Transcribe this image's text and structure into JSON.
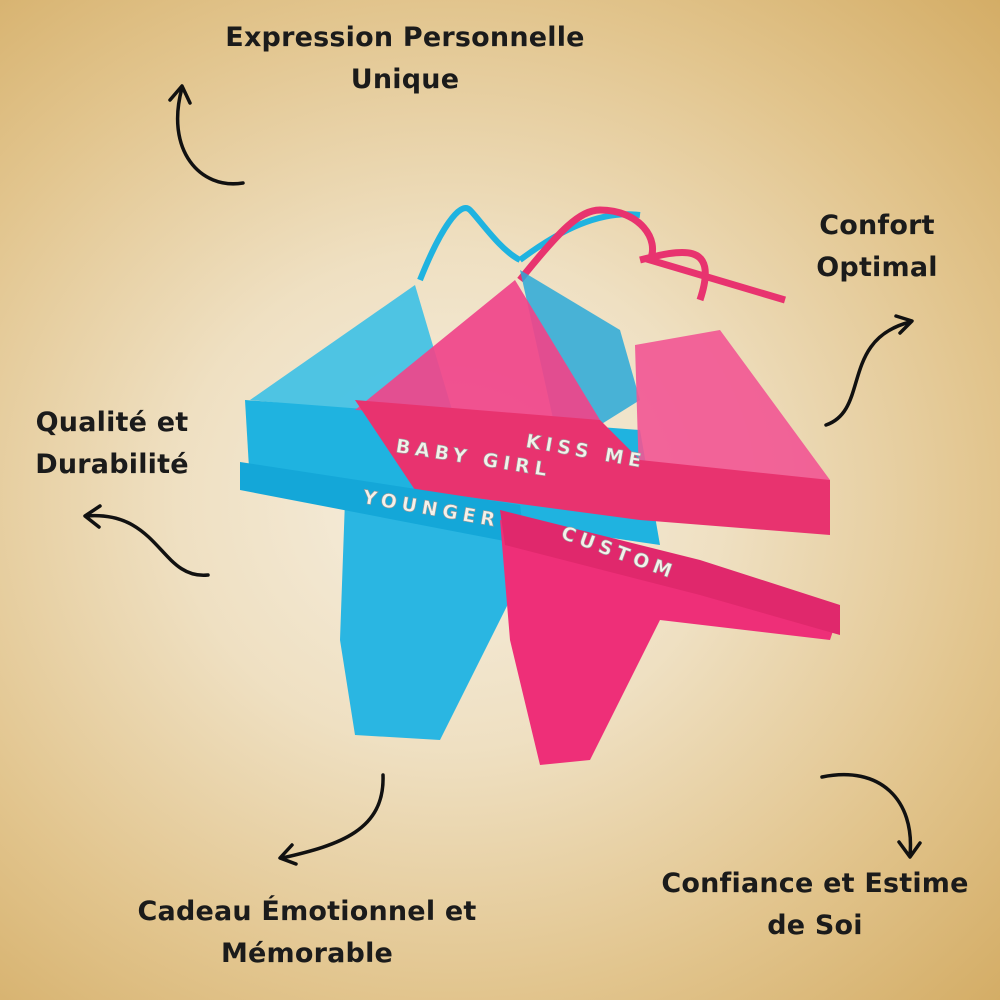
{
  "labels": {
    "expression": {
      "line1": "Expression Personnelle",
      "line2": "Unique"
    },
    "confort": {
      "line1": "Confort",
      "line2": "Optimal"
    },
    "qualite": {
      "line1": "Qualité et",
      "line2": "Durabilité"
    },
    "cadeau": {
      "line1": "Cadeau Émotionnel et",
      "line2": "Mémorable"
    },
    "confiance": {
      "line1": "Confiance et Estime",
      "line2": "de Soi"
    }
  },
  "product": {
    "blue_bra_text": "BABY GIRL",
    "pink_bra_text": "KISS ME",
    "blue_thong_text": "YOUNGER",
    "pink_thong_text": "CUSTOM"
  },
  "colors": {
    "blue": "#1fb3e0",
    "pink": "#f0357f",
    "text": "#1b1b1b"
  }
}
